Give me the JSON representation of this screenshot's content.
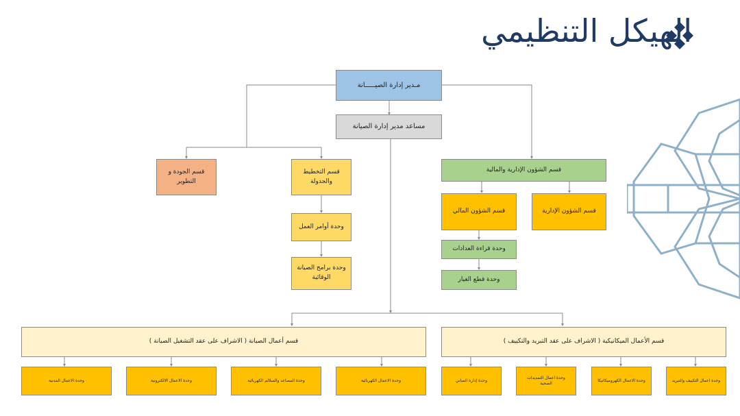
{
  "title": "الهيكل التنظيمي",
  "colors": {
    "title": "#1f3b63",
    "blue": "#9dc3e6",
    "gray": "#d9d9d9",
    "orange": "#f4b183",
    "light_yellow": "#ffd966",
    "gold": "#ffc000",
    "green": "#a9d18e",
    "cream": "#fff2cc",
    "deco_line": "#8eb0c8"
  },
  "icons": {
    "title_bullet": "diamond-cluster-icon",
    "decoration": "geometric-star-pattern"
  },
  "org": {
    "director": "مـدير إدارة الصيـــــانة",
    "assistant": "مساعد مدير إدارة الصيانة",
    "quality": "قسم الجودة و التطوير",
    "planning": {
      "head": "قسم التخطيط والجدولة",
      "units": [
        "وحدة أوامر العمل",
        "وحدة برامج الصيانة الوقائية"
      ]
    },
    "admin_finance": {
      "head": "قسم الشؤون الإدارية والمالية",
      "financial": "قسم الشؤون المالي",
      "administrative": "قسم الشؤون الإدارية",
      "units": [
        "وحدة قراءة العدادات",
        "وحدة قطع الغيار"
      ]
    },
    "maintenance": {
      "head": "قسم أعمال الصيانة ( الاشراف على عقد التشغيل الصيانة )",
      "units": [
        "وحدة الاعمال الكهربائية",
        "وحدة المصاعد والسلالم الكهربائية",
        "وحدة الاعمال الالكترونية",
        "وحدة الاعمال المدنية"
      ]
    },
    "mechanical": {
      "head": "قسم الأعمال الميكانيكية ( الاشراف على عقد التبريد والتكييف )",
      "units": [
        "وحدة اعمال التكييف والتبريد",
        "وحدة الاعمال الكهروميكانيكا",
        "وحدة اعمال التمديدات الصحية",
        "وحدة إدارة المباني"
      ]
    }
  }
}
